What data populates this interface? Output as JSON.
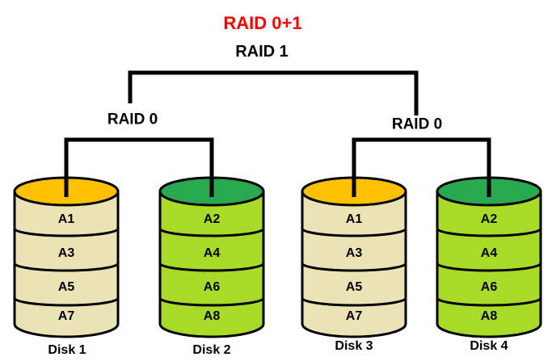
{
  "title": {
    "text": "RAID 0+1",
    "color": "#FF0000"
  },
  "tree": {
    "root": "RAID 1",
    "left_group": "RAID 0",
    "right_group": "RAID 0"
  },
  "disks": [
    {
      "name": "Disk 1",
      "top_color": "#FFC000",
      "body_color": "#EBE3B6",
      "blocks": [
        "A1",
        "A3",
        "A5",
        "A7"
      ]
    },
    {
      "name": "Disk 2",
      "top_color": "#28A84F",
      "body_color": "#A8DB27",
      "blocks": [
        "A2",
        "A4",
        "A6",
        "A8"
      ]
    },
    {
      "name": "Disk 3",
      "top_color": "#FFC000",
      "body_color": "#EBE3B6",
      "blocks": [
        "A1",
        "A3",
        "A5",
        "A7"
      ]
    },
    {
      "name": "Disk 4",
      "top_color": "#28A84F",
      "body_color": "#A8DB27",
      "blocks": [
        "A2",
        "A4",
        "A6",
        "A8"
      ]
    }
  ],
  "connector_color": "#000000",
  "background_color": "#FFFFFF"
}
